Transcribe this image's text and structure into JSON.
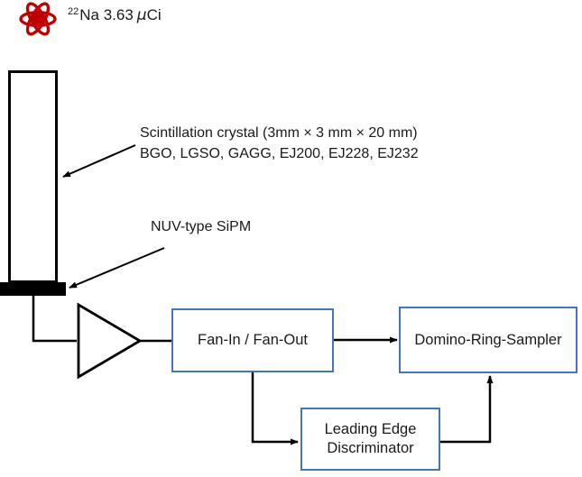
{
  "source": {
    "icon": "atom-icon",
    "mass_number": "22",
    "label": "Na 3.63",
    "mu": "μ",
    "unit": "Ci"
  },
  "labels": {
    "crystal_line1": "Scintillation crystal (3mm × 3 mm × 20 mm)",
    "crystal_line2": "BGO, LGSO, GAGG, EJ200, EJ228, EJ232",
    "sipm": "NUV-type SiPM"
  },
  "boxes": {
    "fan_in_out": "Fan-In / Fan-Out",
    "domino_ring_sampler": "Domino-Ring-Sampler",
    "discriminator_line1": "Leading Edge",
    "discriminator_line2": "Discriminator"
  },
  "colors": {
    "box_border": "#4472C4",
    "source_icon_red": "#C00000",
    "line_black": "#000000",
    "background": "#FFFFFF"
  }
}
